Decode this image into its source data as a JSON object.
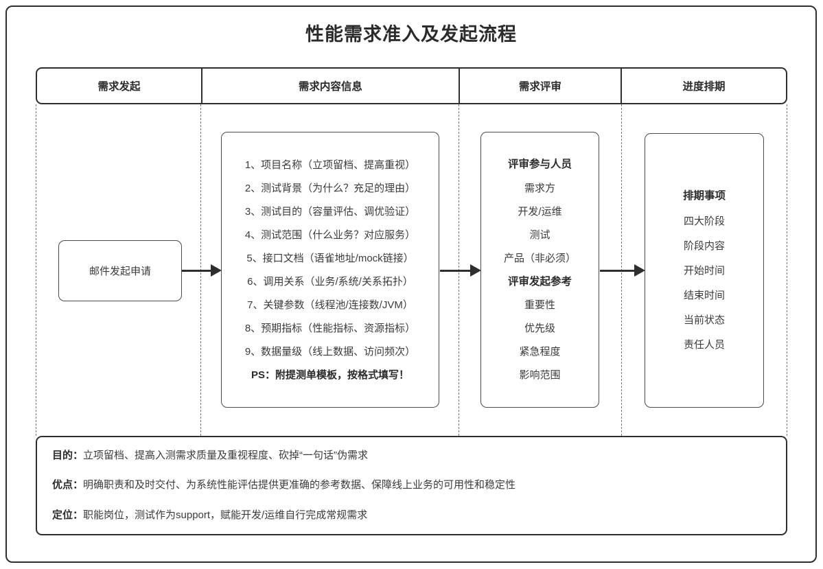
{
  "title": "性能需求准入及发起流程",
  "lanes": [
    {
      "label": "需求发起"
    },
    {
      "label": "需求内容信息"
    },
    {
      "label": "需求评审"
    },
    {
      "label": "进度排期"
    }
  ],
  "start_node": {
    "label": "邮件发起申请"
  },
  "content_node": {
    "items": [
      "1、项目名称（立项留档、提高重视）",
      "2、测试背景（为什么？充足的理由）",
      "3、测试目的（容量评估、调优验证）",
      "4、测试范围（什么业务？对应服务）",
      "5、接口文档（语雀地址/mock链接）",
      "6、调用关系（业务/系统/关系拓扑）",
      "7、关键参数（线程池/连接数/JVM）",
      "8、预期指标（性能指标、资源指标）",
      "9、数据量级（线上数据、访问频次）"
    ],
    "note": "PS：附提测单模板，按格式填写！"
  },
  "review_node": {
    "group1_title": "评审参与人员",
    "group1_items": [
      "需求方",
      "开发/运维",
      "测试",
      "产品（非必须）"
    ],
    "group2_title": "评审发起参考",
    "group2_items": [
      "重要性",
      "优先级",
      "紧急程度",
      "影响范围"
    ]
  },
  "schedule_node": {
    "title": "排期事项",
    "items": [
      "四大阶段",
      "阶段内容",
      "开始时间",
      "结束时间",
      "当前状态",
      "责任人员"
    ]
  },
  "footer": {
    "rows": [
      {
        "label": "目的：",
        "text": "立项留档、提高入测需求质量及重视程度、砍掉“一句话”伪需求"
      },
      {
        "label": "优点：",
        "text": "明确职责和及时交付、为系统性能评估提供更准确的参考数据、保障线上业务的可用性和稳定性"
      },
      {
        "label": "定位：",
        "text": "职能岗位，测试作为support，赋能开发/运维自行完成常规需求"
      }
    ]
  },
  "colors": {
    "frame": "#2e2e2e",
    "node_border": "#4a4a4a",
    "text": "#3b3b3b",
    "heading": "#2b2b2b",
    "dashed": "#777777"
  }
}
